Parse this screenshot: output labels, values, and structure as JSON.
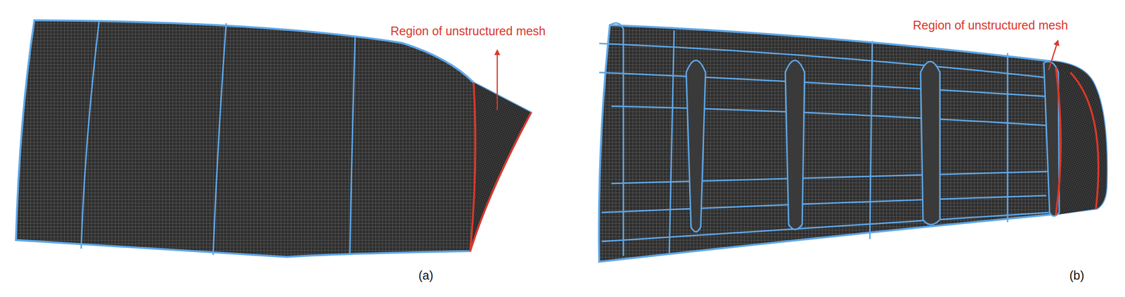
{
  "diagram": {
    "labels": [
      "Region of unstructured mesh",
      "(a)",
      "Region of unstructured mesh",
      "(b)"
    ]
  }
}
